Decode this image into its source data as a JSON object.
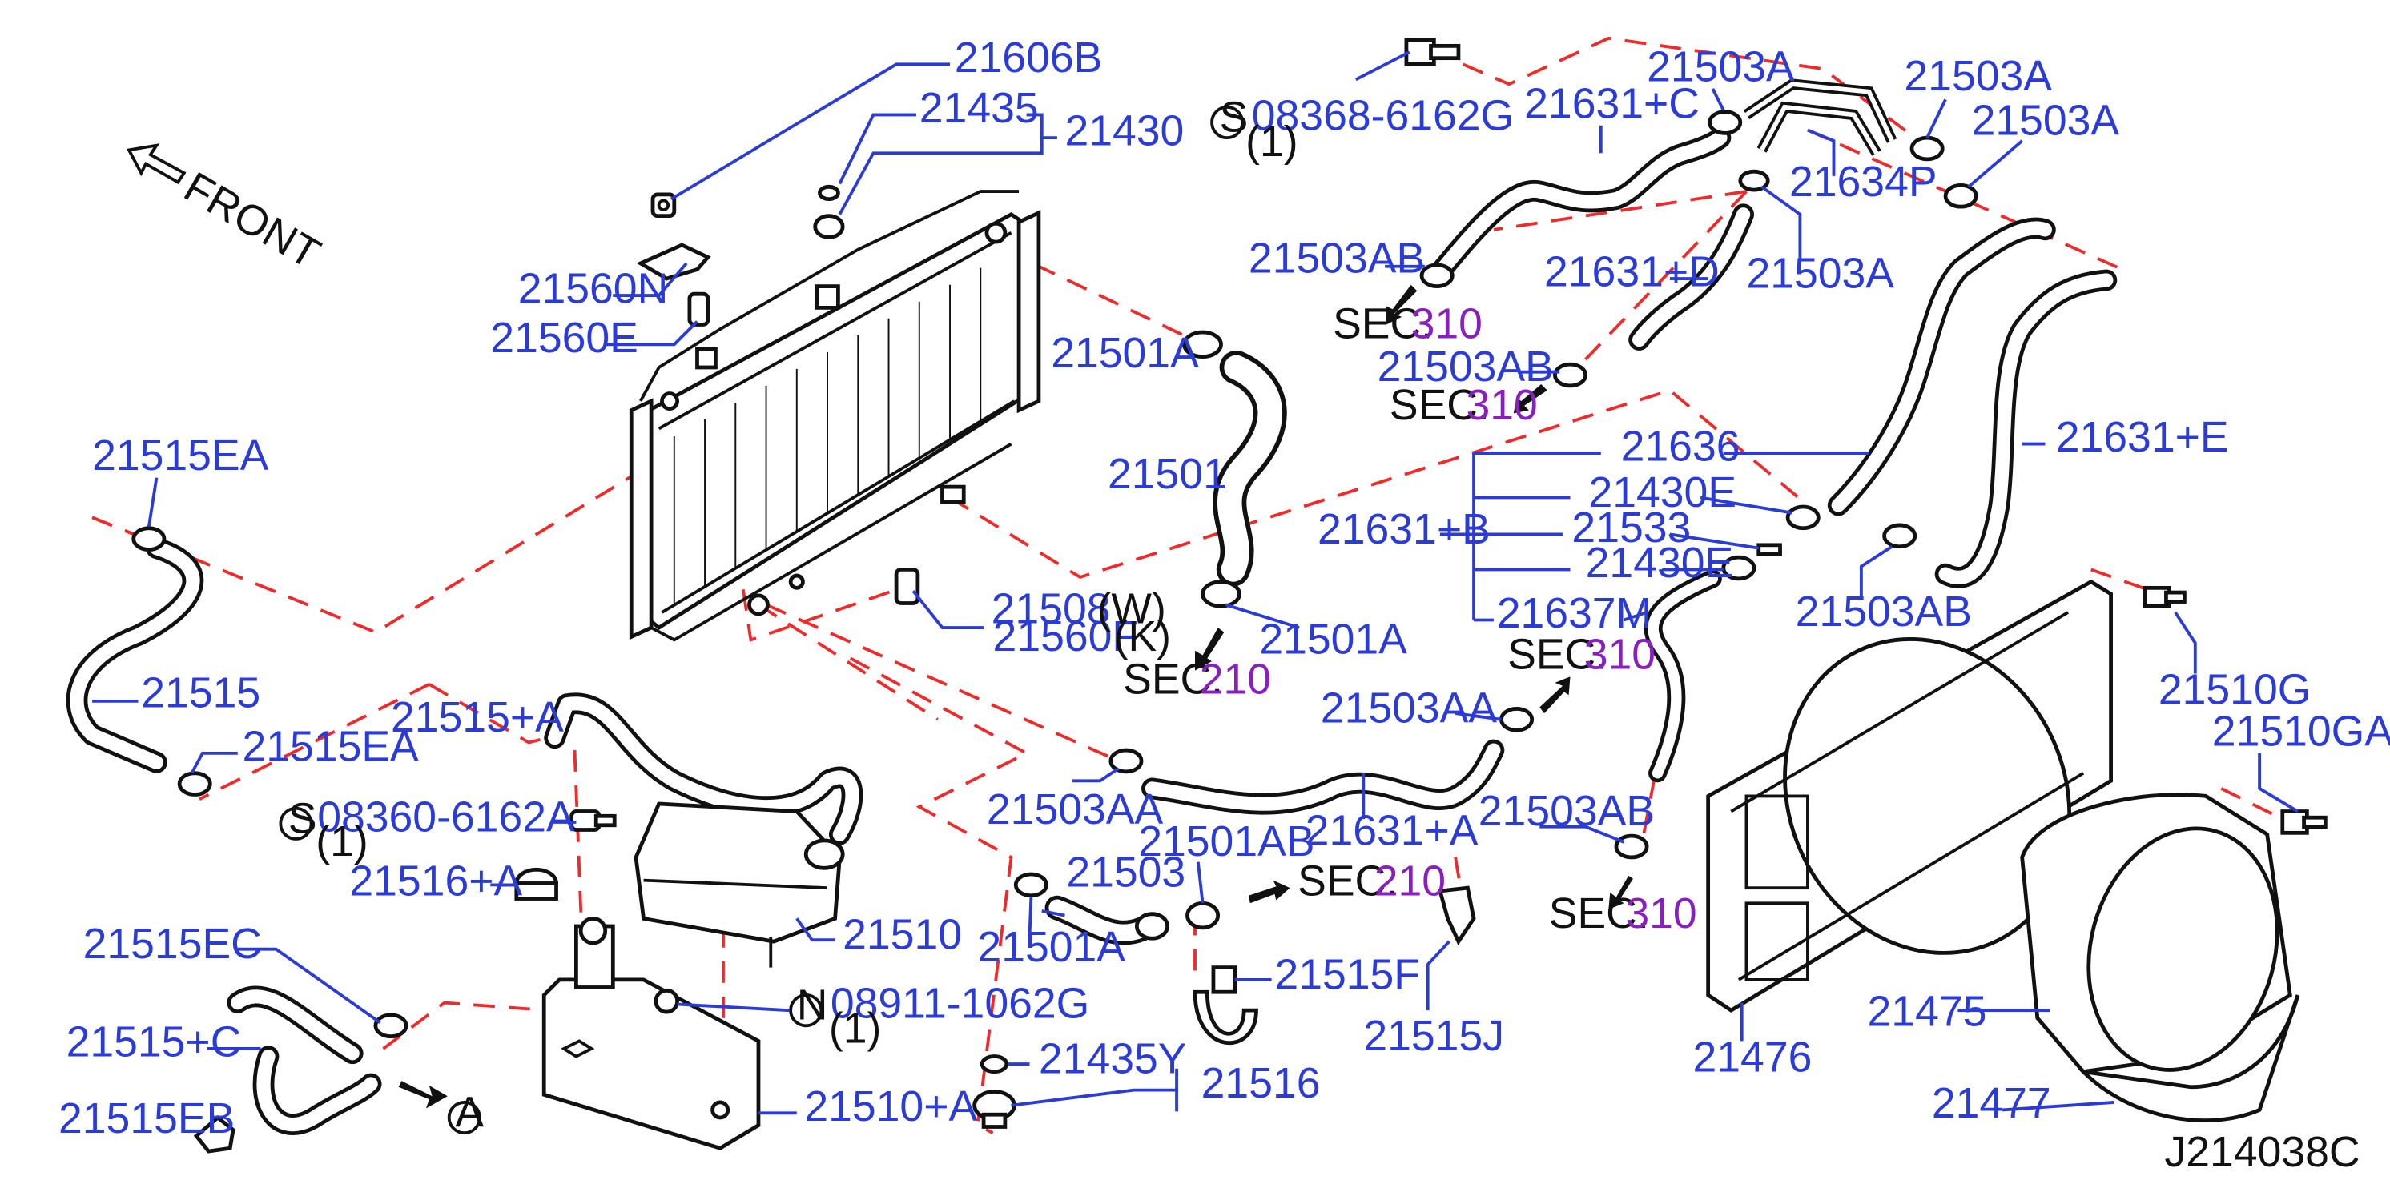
{
  "diagram_id": "J214038C",
  "front_label": "FRONT",
  "parts": {
    "p21606B": "21606B",
    "p21435": "21435",
    "p21430": "21430",
    "p21560N": "21560N",
    "p21560E": "21560E",
    "p21515EA_top": "21515EA",
    "p21515": "21515",
    "p21515EA_bot": "21515EA",
    "p21515A": "21515+A",
    "p08360": "08360-6162A",
    "q08360": "(1)",
    "p21516A": "21516+A",
    "p21515EC": "21515EC",
    "p21515C": "21515+C",
    "p21515EB": "21515EB",
    "p21510": "21510",
    "p08911": "08911-1062G",
    "q08911": "(1)",
    "p21510A": "21510+A",
    "p21501A_top": "21501A",
    "p21501": "21501",
    "p21508": "21508",
    "p21560F": "21560F",
    "w_code": "(W)",
    "k_code": "(K)",
    "p21501A_mid": "21501A",
    "p21503AA_left": "21503AA",
    "p21631A": "21631+A",
    "p21503AA_right": "21503AA",
    "p21501AB": "21501AB",
    "p21503": "21503",
    "p21501A_bot": "21501A",
    "p21515F": "21515F",
    "p21435Y": "21435Y",
    "p21516": "21516",
    "p21515J": "21515J",
    "p08368": "08368-6162G",
    "q08368": "(1)",
    "p21631C": "21631+C",
    "p21503A_1": "21503A",
    "p21503A_2": "21503A",
    "p21503A_3": "21503A",
    "p21634P": "21634P",
    "p21503A_4": "21503A",
    "p21503AB_1": "21503AB",
    "p21631D": "21631+D",
    "p21503AB_2": "21503AB",
    "p21636": "21636",
    "p21631E": "21631+E",
    "p21430E_1": "21430E",
    "p21631B": "21631+B",
    "p21533": "21533",
    "p21430E_2": "21430E",
    "p21637M": "21637M",
    "p21503AB_3": "21503AB",
    "p21510G": "21510G",
    "p21510GA": "21510GA",
    "p21503AB_4": "21503AB",
    "p21475": "21475",
    "p21476": "21476",
    "p21477": "21477"
  },
  "symbols": {
    "s_marker": "S",
    "n_marker": "N",
    "a_marker": "A"
  },
  "sections": {
    "sec_word": "SEC.",
    "sec210": "210",
    "sec310": "310"
  },
  "colors": {
    "label_blue": "#2a3bd6",
    "section_purple": "#8a1fc0",
    "leader_dash_red": "#ee2a2a"
  }
}
